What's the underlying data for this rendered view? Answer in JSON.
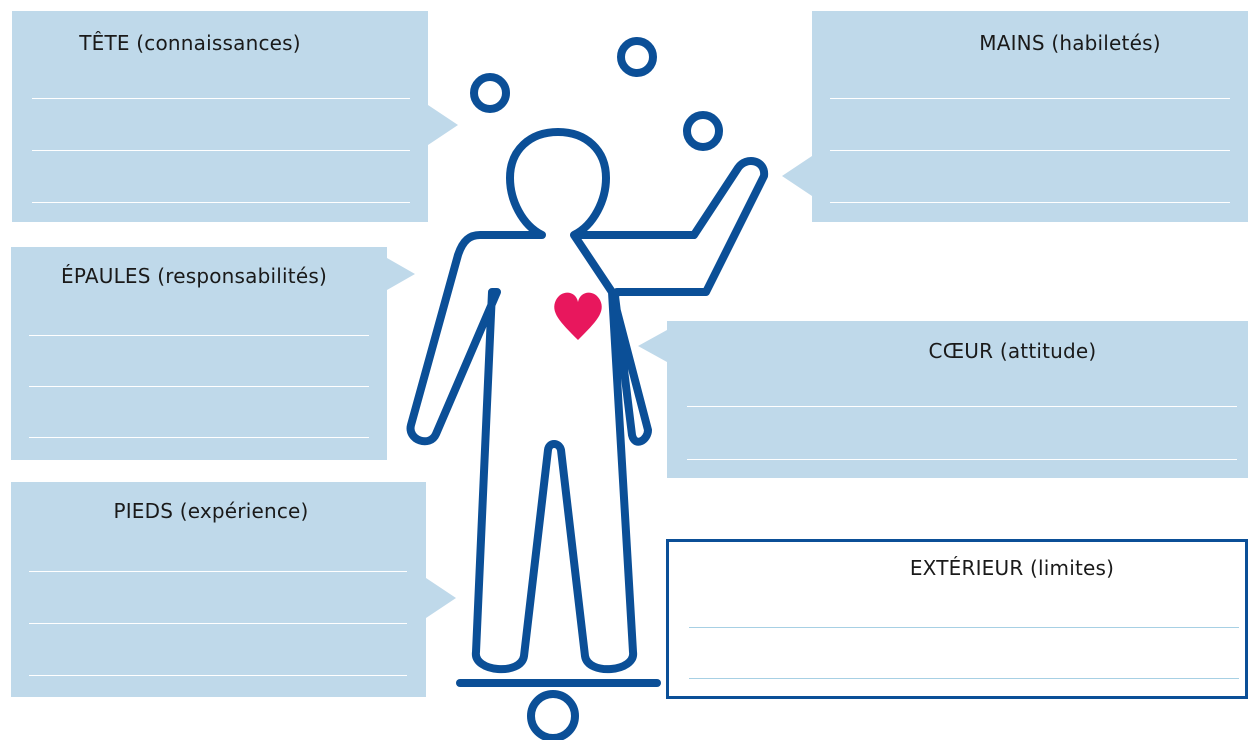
{
  "sections": {
    "tete": {
      "name": "TÊTE",
      "detail": "(connaissances)"
    },
    "mains": {
      "name": "MAINS",
      "detail": "(habiletés)"
    },
    "epaules": {
      "name": "ÉPAULES",
      "detail": "(responsabilités)"
    },
    "coeur": {
      "name": "CŒUR",
      "detail": "(attitude)"
    },
    "pieds": {
      "name": "PIEDS",
      "detail": "(expérience)"
    },
    "exterieur": {
      "name": "EXTÉRIEUR",
      "detail": "(limites)"
    }
  },
  "colors": {
    "box_fill": "#bfd9ea",
    "figure_stroke": "#0b4f97",
    "heart": "#e8175d"
  },
  "icons": [
    "juggling-person-icon",
    "heart-icon",
    "ball-icon"
  ]
}
